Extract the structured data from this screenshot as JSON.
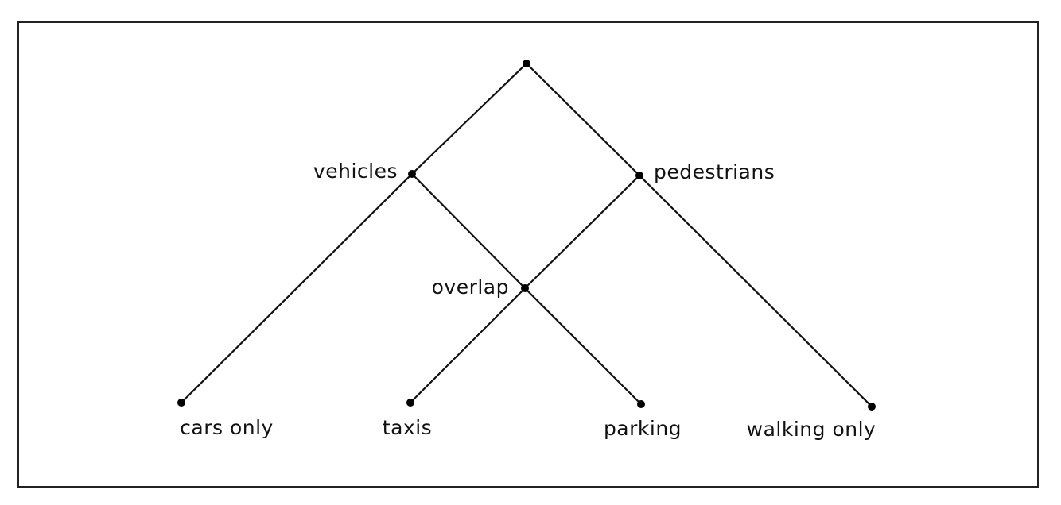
{
  "diagram": {
    "type": "lattice",
    "nodes": [
      {
        "id": "top",
        "label": ""
      },
      {
        "id": "vehicles",
        "label": "vehicles"
      },
      {
        "id": "pedestrians",
        "label": "pedestrians"
      },
      {
        "id": "overlap",
        "label": "overlap"
      },
      {
        "id": "cars_only",
        "label": "cars only"
      },
      {
        "id": "taxis",
        "label": "taxis"
      },
      {
        "id": "parking",
        "label": "parking"
      },
      {
        "id": "walking_only",
        "label": "walking only"
      }
    ],
    "edges": [
      {
        "from": "top",
        "to": "vehicles"
      },
      {
        "from": "top",
        "to": "pedestrians"
      },
      {
        "from": "vehicles",
        "to": "cars_only"
      },
      {
        "from": "vehicles",
        "to": "overlap"
      },
      {
        "from": "pedestrians",
        "to": "overlap"
      },
      {
        "from": "pedestrians",
        "to": "walking_only"
      },
      {
        "from": "overlap",
        "to": "taxis"
      },
      {
        "from": "overlap",
        "to": "parking"
      }
    ]
  }
}
